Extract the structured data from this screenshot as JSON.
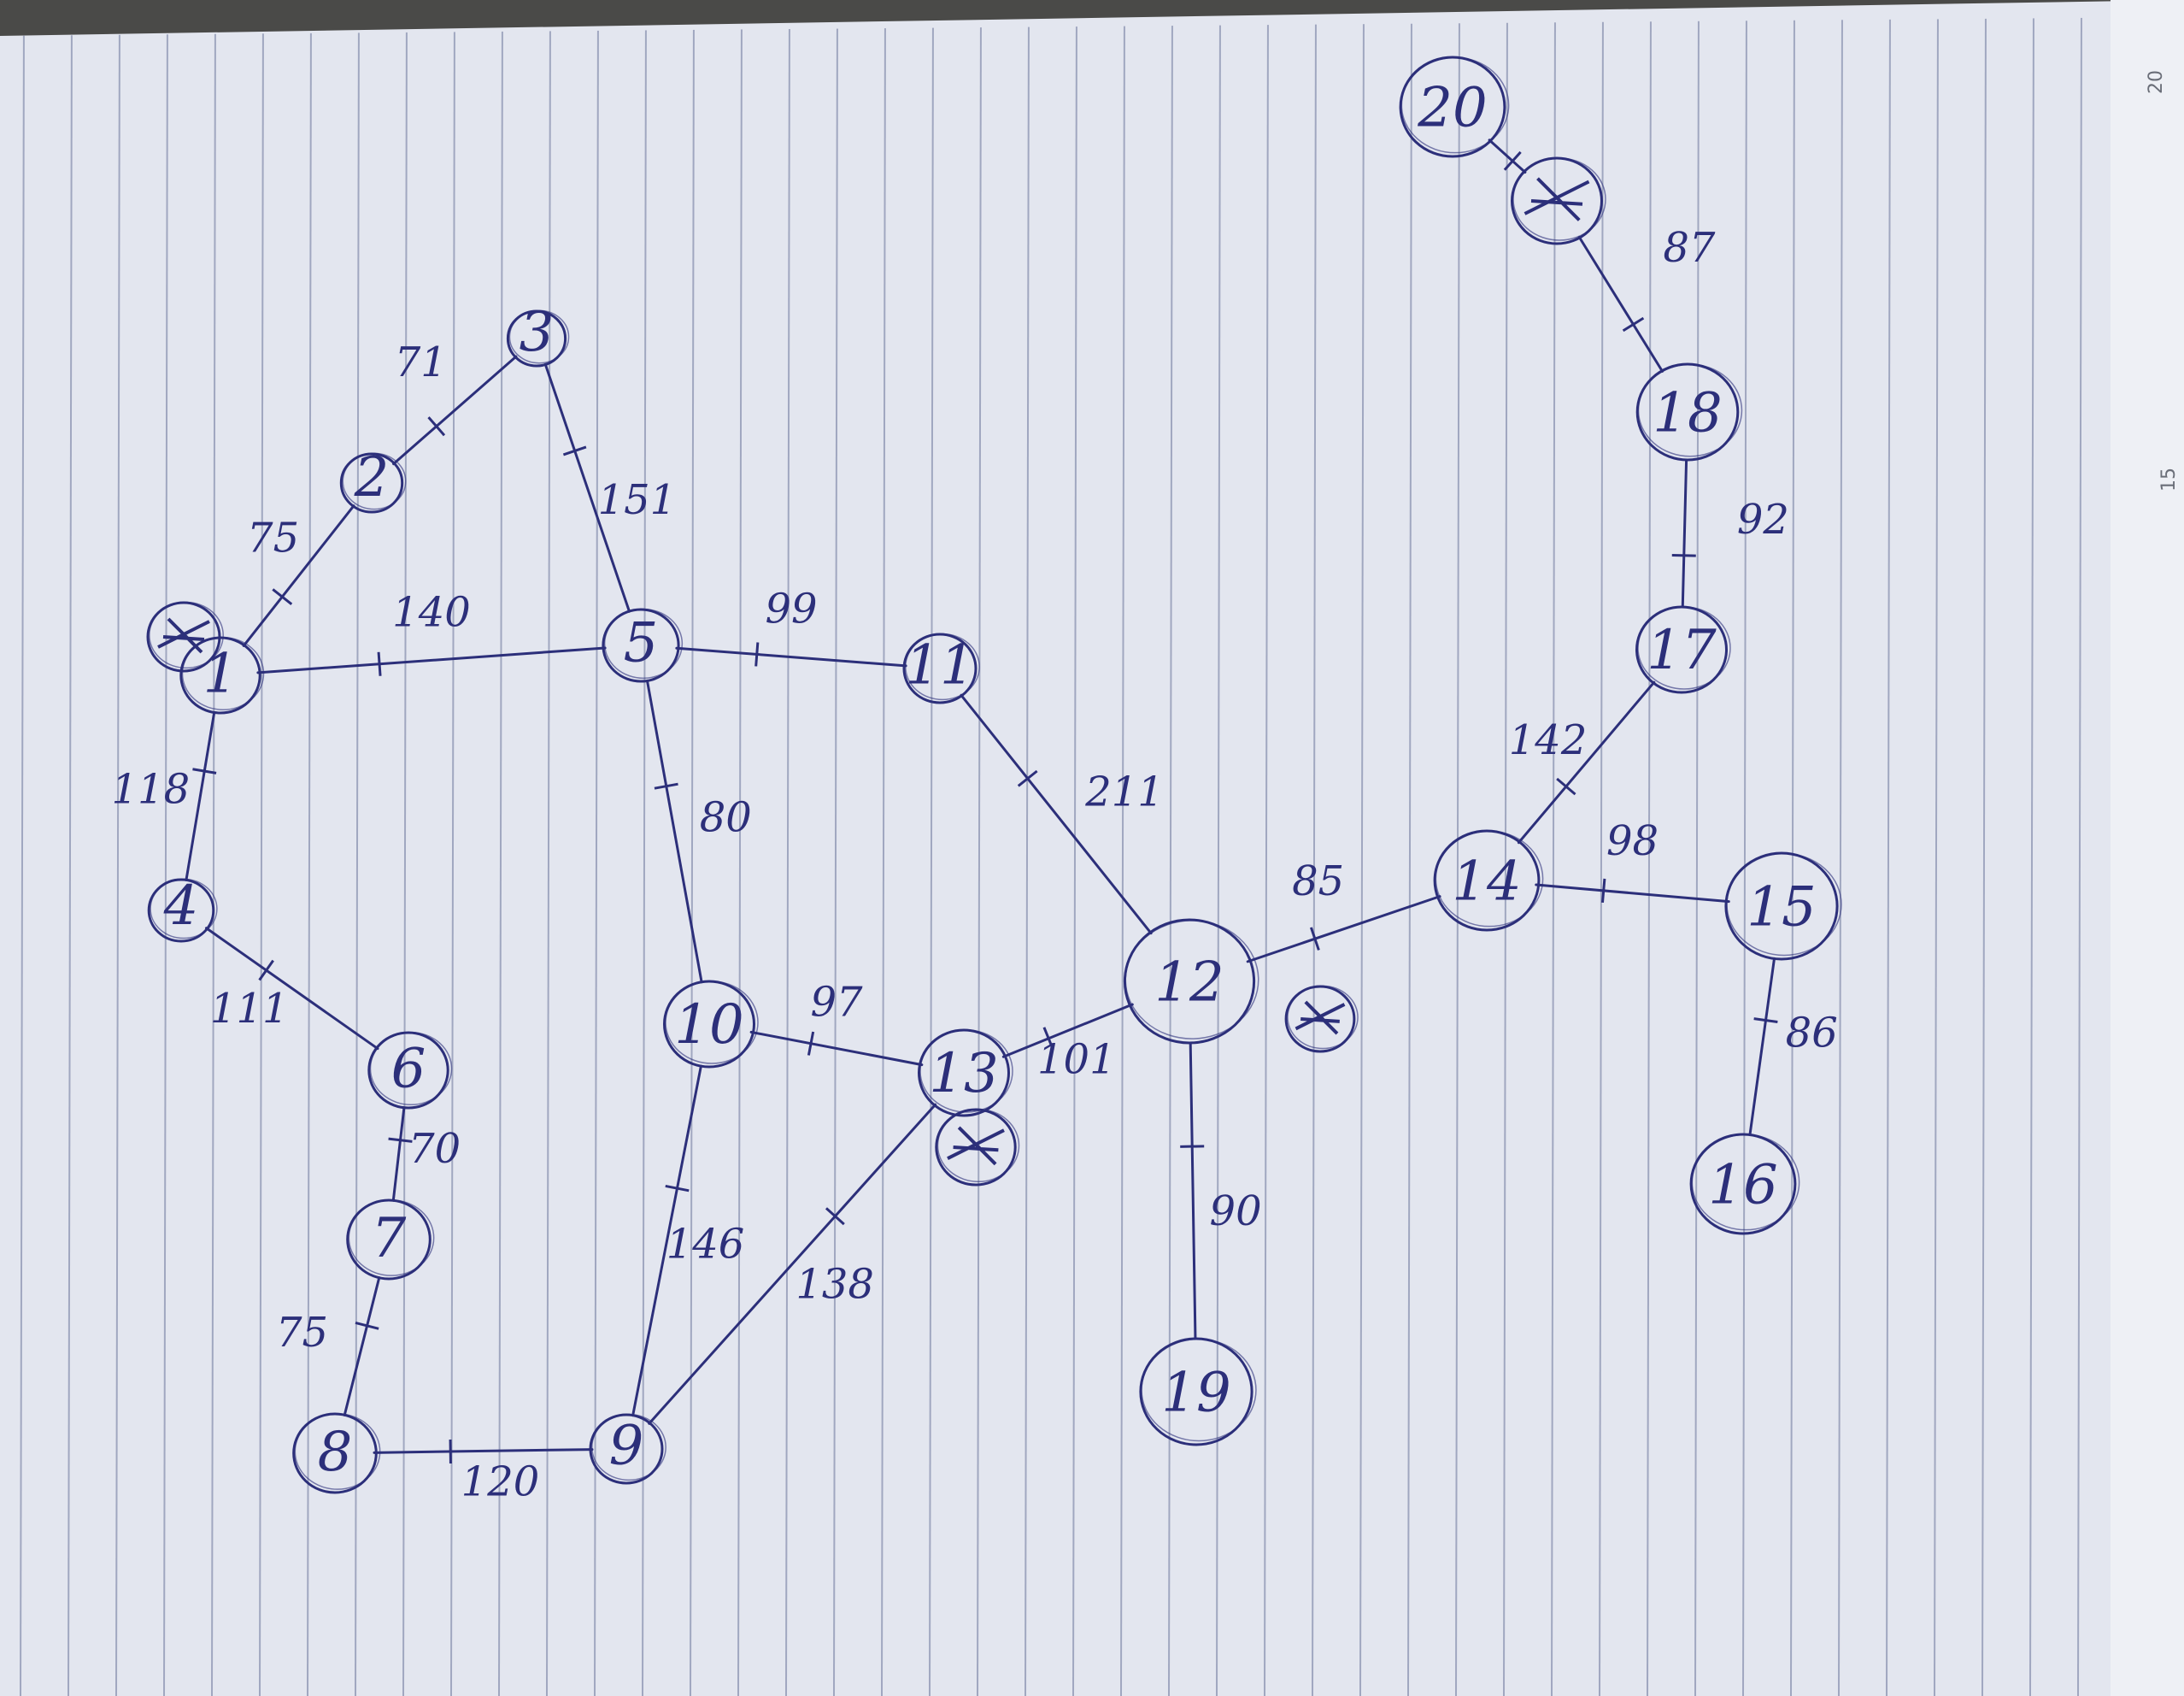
{
  "diagram": {
    "ink_color": "#2c2f7a",
    "paper_color": "#e3e6ef",
    "rule_color": "#8a92b0",
    "nodes": [
      {
        "id": "1",
        "label": "1"
      },
      {
        "id": "2",
        "label": "2"
      },
      {
        "id": "3",
        "label": "3"
      },
      {
        "id": "4",
        "label": "4"
      },
      {
        "id": "5",
        "label": "5"
      },
      {
        "id": "6",
        "label": "6"
      },
      {
        "id": "7",
        "label": "7"
      },
      {
        "id": "8",
        "label": "8"
      },
      {
        "id": "9",
        "label": "9"
      },
      {
        "id": "10",
        "label": "10"
      },
      {
        "id": "11",
        "label": "11"
      },
      {
        "id": "12",
        "label": "12"
      },
      {
        "id": "13",
        "label": "13"
      },
      {
        "id": "14",
        "label": "14"
      },
      {
        "id": "15",
        "label": "15"
      },
      {
        "id": "16",
        "label": "16"
      },
      {
        "id": "17",
        "label": "17"
      },
      {
        "id": "18",
        "label": "18"
      },
      {
        "id": "19",
        "label": "19"
      },
      {
        "id": "20",
        "label": "20"
      },
      {
        "id": "x1",
        "label": ""
      },
      {
        "id": "x2",
        "label": ""
      },
      {
        "id": "x3",
        "label": ""
      },
      {
        "id": "x4",
        "label": ""
      }
    ],
    "edges": [
      {
        "from": "1",
        "to": "2",
        "weight": "75"
      },
      {
        "from": "2",
        "to": "3",
        "weight": "71"
      },
      {
        "from": "3",
        "to": "5",
        "weight": "151"
      },
      {
        "from": "1",
        "to": "5",
        "weight": "140"
      },
      {
        "from": "1",
        "to": "4",
        "weight": "118"
      },
      {
        "from": "4",
        "to": "6",
        "weight": "111"
      },
      {
        "from": "6",
        "to": "7",
        "weight": "70"
      },
      {
        "from": "7",
        "to": "8",
        "weight": "75"
      },
      {
        "from": "8",
        "to": "9",
        "weight": "120"
      },
      {
        "from": "5",
        "to": "11",
        "weight": "99"
      },
      {
        "from": "5",
        "to": "10",
        "weight": "80"
      },
      {
        "from": "10",
        "to": "13",
        "weight": "97"
      },
      {
        "from": "10",
        "to": "9",
        "weight": "146"
      },
      {
        "from": "13",
        "to": "9",
        "weight": "138"
      },
      {
        "from": "13",
        "to": "12",
        "weight": "101"
      },
      {
        "from": "11",
        "to": "12",
        "weight": "211"
      },
      {
        "from": "12",
        "to": "19",
        "weight": "90"
      },
      {
        "from": "12",
        "to": "14",
        "weight": "85"
      },
      {
        "from": "14",
        "to": "15",
        "weight": "98"
      },
      {
        "from": "15",
        "to": "16",
        "weight": "86"
      },
      {
        "from": "14",
        "to": "17",
        "weight": "142"
      },
      {
        "from": "17",
        "to": "18",
        "weight": "92"
      },
      {
        "from": "18",
        "to": "x2",
        "weight": "87"
      },
      {
        "from": "x2",
        "to": "20",
        "weight": ""
      }
    ],
    "ruler_marks": [
      "20",
      "15"
    ]
  }
}
